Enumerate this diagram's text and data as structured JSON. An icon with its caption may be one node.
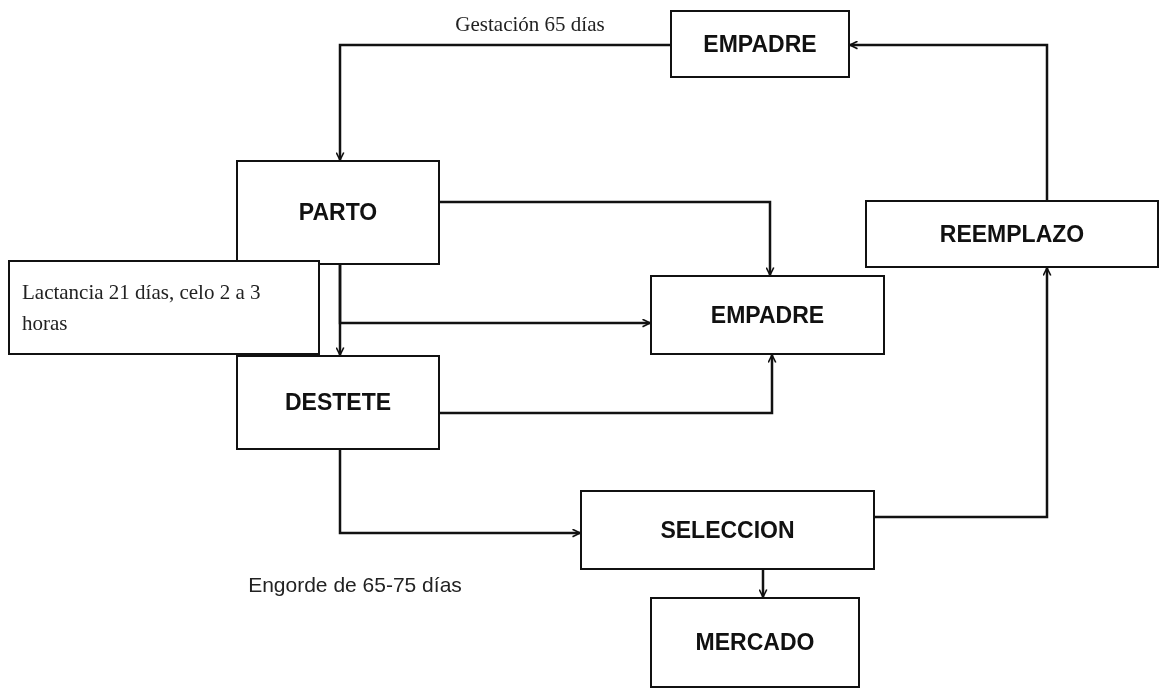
{
  "diagram": {
    "nodes": [
      {
        "text": [
          "EMPADRE"
        ]
      },
      {
        "text": [
          "PARTO"
        ]
      },
      {
        "text": [
          "Lactancia 21 días, celo 2 a 3 horas"
        ]
      },
      {
        "text": [
          "EMPADRE"
        ]
      },
      {
        "text": [
          "REEMPLAZO"
        ]
      },
      {
        "text": [
          "DESTETE"
        ]
      },
      {
        "text": [
          "SELECCION"
        ]
      },
      {
        "text": [
          "MERCADO"
        ]
      }
    ],
    "edges": [
      {
        "from": 0,
        "to": 1,
        "arrow": "to"
      },
      {
        "from": 1,
        "to": 3,
        "arrow": "to"
      },
      {
        "from": 1,
        "to": 5,
        "arrow": "to"
      },
      {
        "from": 1,
        "to": 3,
        "arrow": "to"
      },
      {
        "from": 5,
        "to": 3,
        "arrow": "to"
      },
      {
        "from": 5,
        "to": 6,
        "arrow": "to"
      },
      {
        "from": 6,
        "to": 4,
        "arrow": "to"
      },
      {
        "from": 4,
        "to": 0,
        "arrow": "to"
      },
      {
        "from": 6,
        "to": 7,
        "arrow": "to"
      }
    ],
    "labels": [
      "Gestación 65 días",
      "Engorde de 65-75 días"
    ]
  }
}
